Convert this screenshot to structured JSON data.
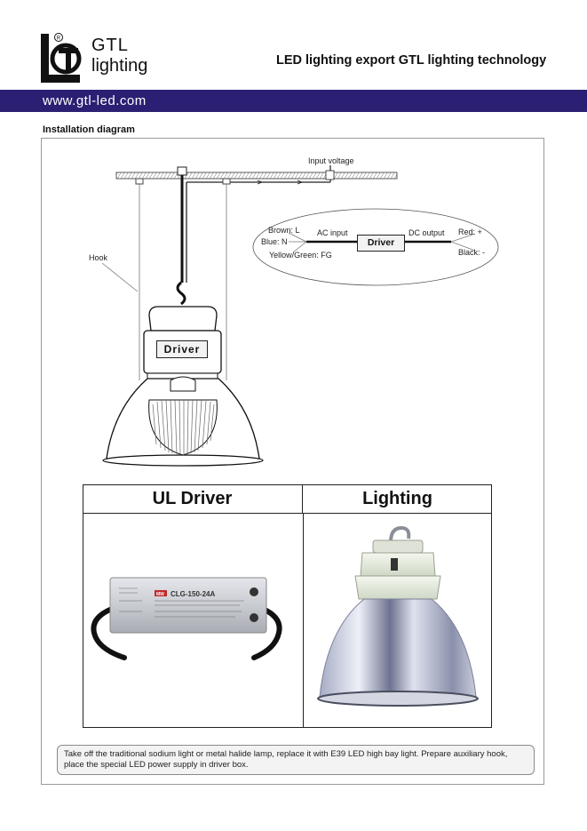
{
  "header": {
    "brand_line1": "GTL",
    "brand_line2": "lighting",
    "tagline": "LED  lighting export GTL lighting technology",
    "website": "www.gtl-led.com",
    "colors": {
      "bar": "#2a1f73",
      "text": "#111111"
    }
  },
  "section": {
    "title": "Installation diagram"
  },
  "diagram": {
    "input_voltage": "Input  voltage",
    "hook": "Hook",
    "lamp_driver": "Driver",
    "wiring": {
      "brown": "Brown: L",
      "blue": "Blue: N",
      "yellow_green": "Yellow/Green: FG",
      "ac_input": "AC  input",
      "driver": "Driver",
      "dc_output": "DC  output",
      "red": "Red: +",
      "black": "Black: -"
    }
  },
  "table": {
    "headers": [
      "UL Driver",
      "Lighting"
    ],
    "driver_model": "CLG-150-24A",
    "driver_brand": "MW"
  },
  "note": "Take off the traditional sodium light or metal halide lamp, replace it with E39 LED high bay light. Prepare auxiliary hook, place the special LED power supply in driver box."
}
